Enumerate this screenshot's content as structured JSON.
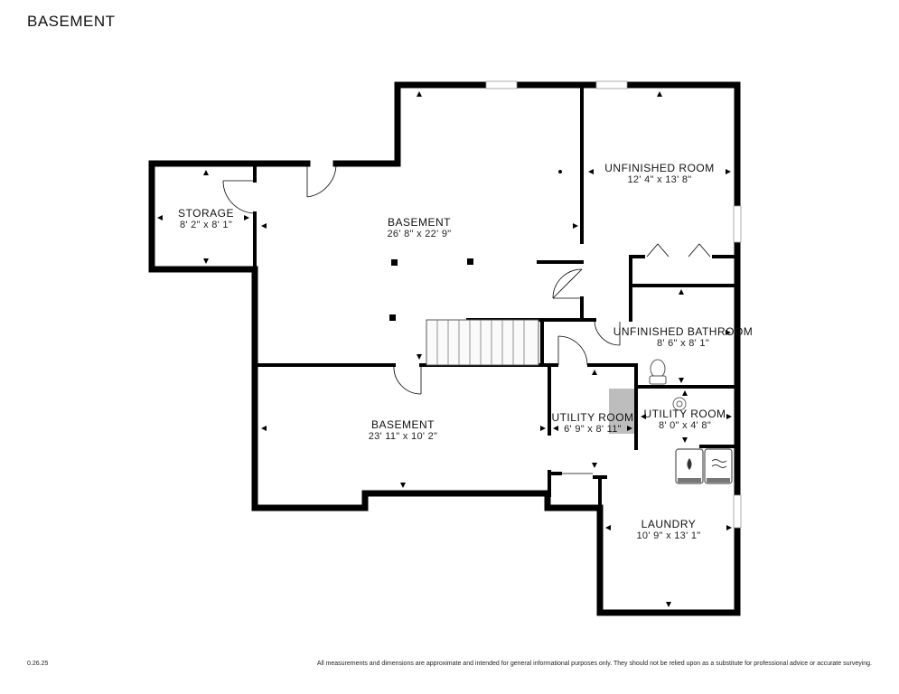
{
  "floor_title": "BASEMENT",
  "version": "0.26.25",
  "disclaimer": "All measurements and dimensions are approximate and intended for general informational purposes only. They should not be relied upon as a substitute for professional advice or accurate surveying.",
  "rooms": [
    {
      "name": "STORAGE",
      "dims": "8' 2\" x 8' 1\""
    },
    {
      "name": "BASEMENT",
      "dims": "26' 8\" x 22' 9\""
    },
    {
      "name": "UNFINISHED ROOM",
      "dims": "12' 4\" x 13' 8\""
    },
    {
      "name": "UNFINISHED BATHROOM",
      "dims": "8' 6\" x 8' 1\""
    },
    {
      "name": "BASEMENT",
      "dims": "23' 11\" x 10' 2\""
    },
    {
      "name": "UTILITY ROOM",
      "dims": "6' 9\" x 8' 11\""
    },
    {
      "name": "UTILITY ROOM",
      "dims": "8' 0\" x 4' 8\""
    },
    {
      "name": "LAUNDRY",
      "dims": "10' 9\" x 13' 1\""
    }
  ]
}
